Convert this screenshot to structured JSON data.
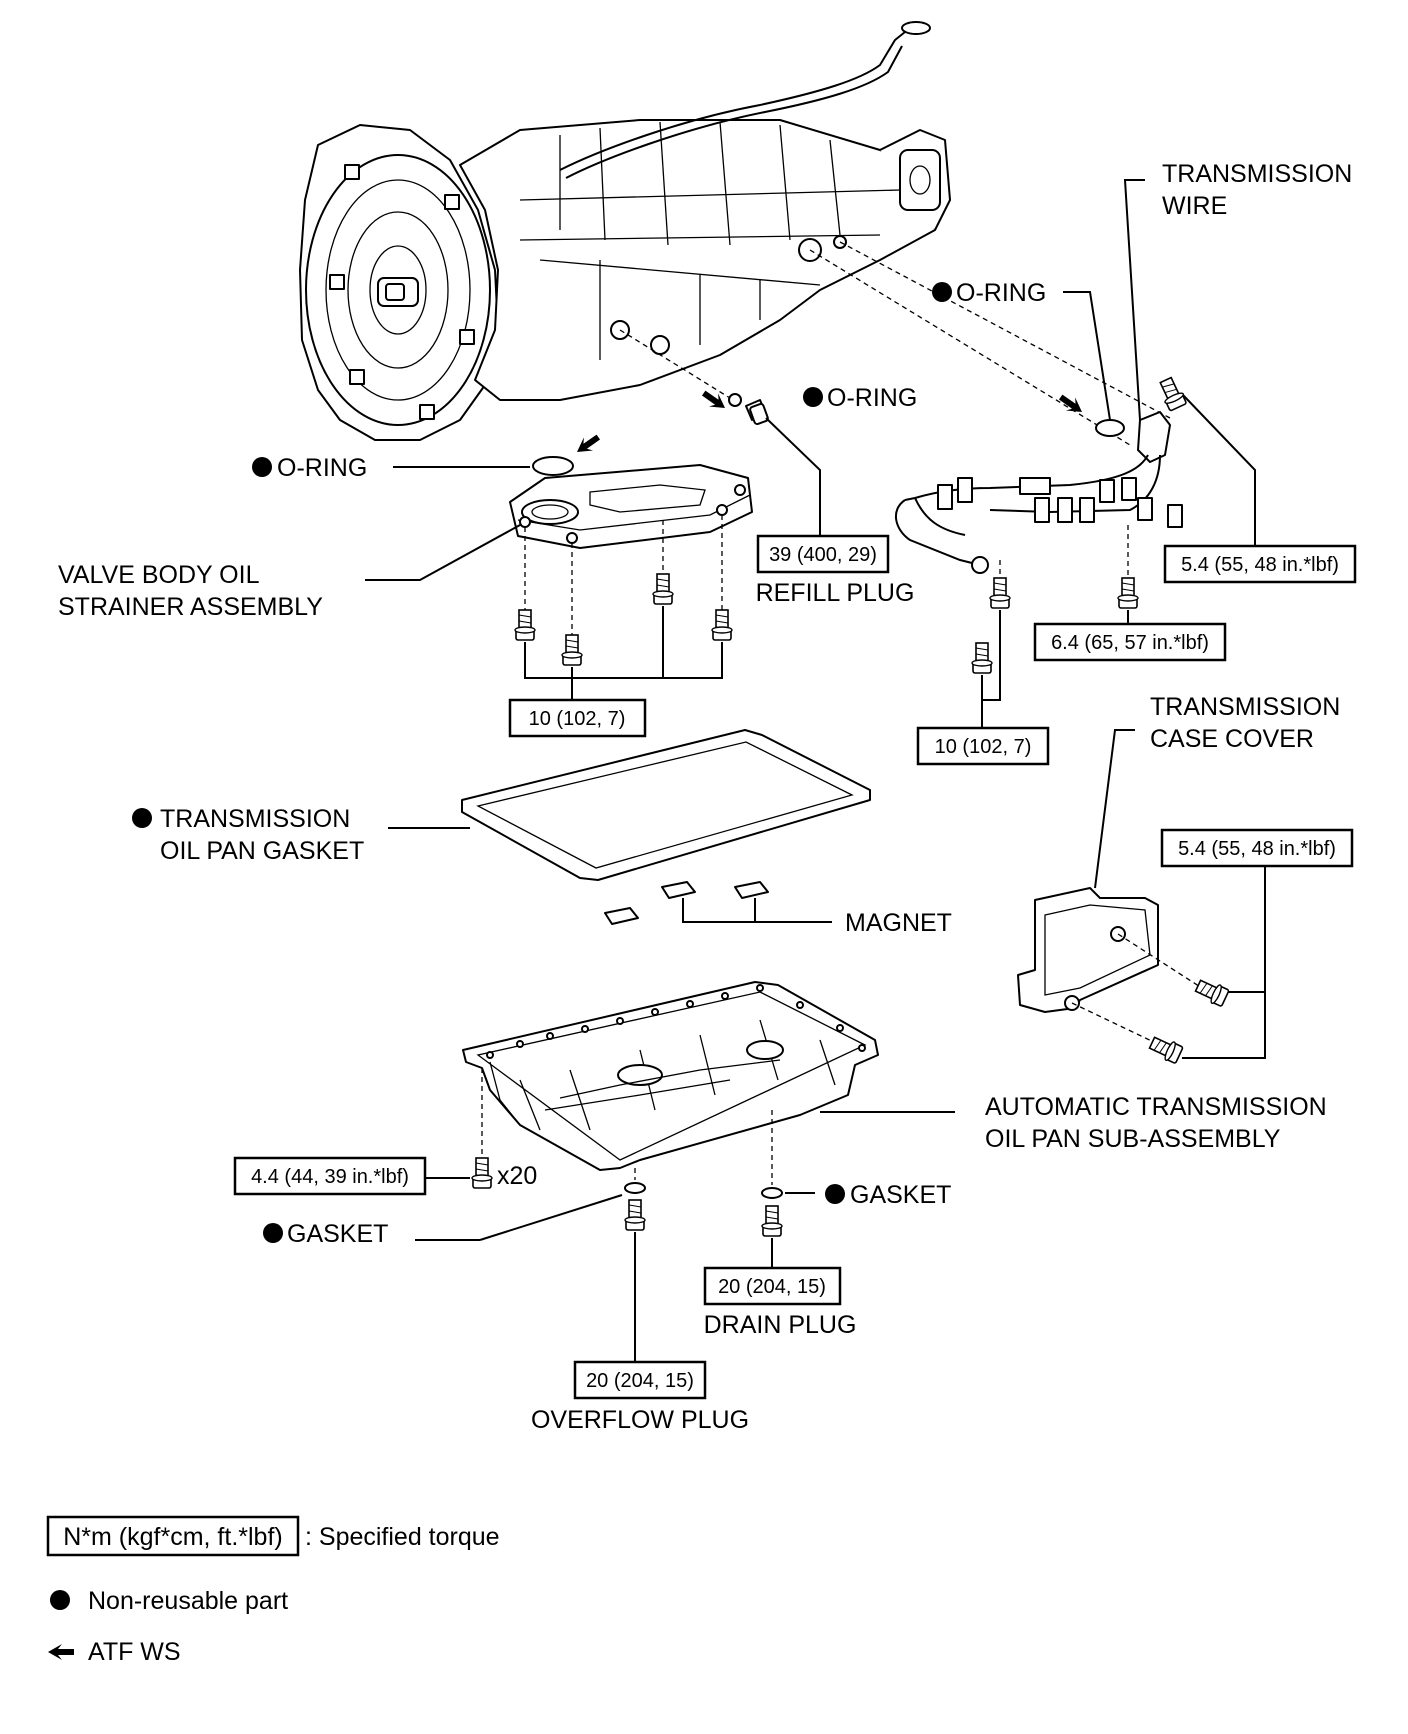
{
  "labels": {
    "transmission_wire": [
      "TRANSMISSION",
      "WIRE"
    ],
    "o_ring_wire": "O-RING",
    "o_ring_refill": "O-RING",
    "o_ring_strainer": "O-RING",
    "valve_body_strainer": [
      "VALVE BODY OIL",
      "STRAINER ASSEMBLY"
    ],
    "refill_plug": "REFILL PLUG",
    "case_cover": [
      "TRANSMISSION",
      "CASE COVER"
    ],
    "oil_pan_gasket": [
      "TRANSMISSION",
      "OIL PAN GASKET"
    ],
    "magnet": "MAGNET",
    "oil_pan": [
      "AUTOMATIC TRANSMISSION",
      "OIL PAN SUB-ASSEMBLY"
    ],
    "gasket_drain": "GASKET",
    "gasket_overflow": "GASKET",
    "drain_plug": "DRAIN PLUG",
    "overflow_plug": "OVERFLOW PLUG",
    "bolt_qty": "x20"
  },
  "torques": {
    "refill_plug": "39 (400, 29)",
    "wire_clamp_bolt": "5.4 (55, 48 in.*lbf)",
    "wire_bolt": "6.4 (65, 57 in.*lbf)",
    "strainer_bolts": "10 (102, 7)",
    "wire_bracket_bolts": "10 (102, 7)",
    "case_cover_bolts": "5.4 (55, 48 in.*lbf)",
    "oil_pan_bolts": "4.4 (44, 39 in.*lbf)",
    "drain_plug": "20 (204, 15)",
    "overflow_plug": "20 (204, 15)"
  },
  "legend": {
    "torque_box": "N*m (kgf*cm, ft.*lbf)",
    "torque_desc": ": Specified torque",
    "non_reusable": "Non-reusable part",
    "atf": "ATF WS"
  }
}
